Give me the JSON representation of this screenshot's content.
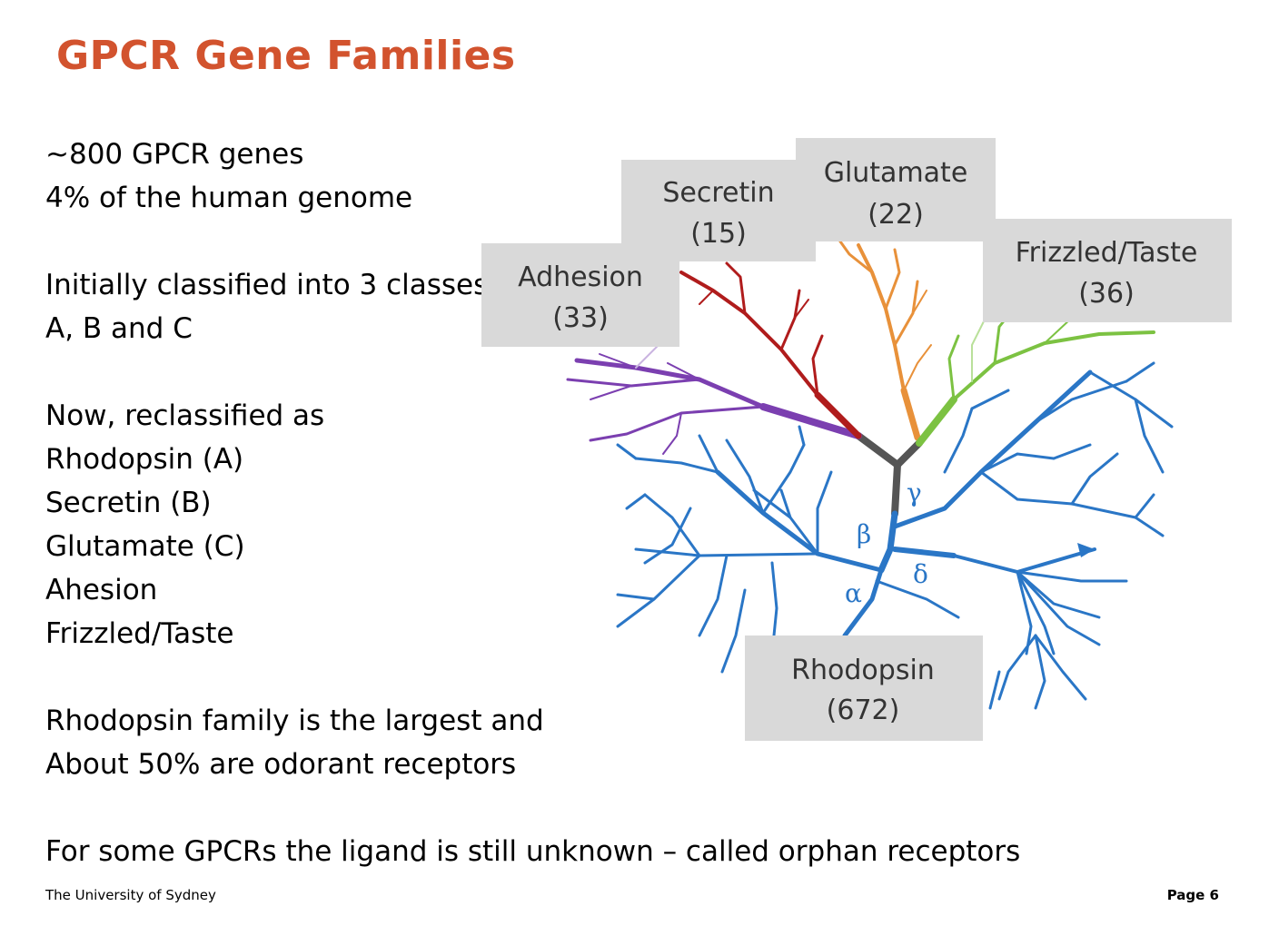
{
  "slide": {
    "title": "GPCR Gene Families",
    "lines": [
      "~800 GPCR genes",
      "4% of the human genome",
      "",
      "Initially classified into 3 classes",
      "A, B and C",
      "",
      "Now, reclassified as",
      "Rhodopsin (A)",
      "Secretin (B)",
      "Glutamate (C)",
      "Ahesion",
      "Frizzled/Taste",
      "",
      "Rhodopsin family is the largest and",
      "About 50% are odorant receptors",
      "",
      "For some GPCRs the ligand is still unknown – called orphan receptors"
    ],
    "footer_left": "The University of Sydney",
    "footer_right": "Page 6"
  },
  "tree": {
    "families": [
      {
        "name": "Adhesion",
        "count": "(33)",
        "color": "#7b3fb0"
      },
      {
        "name": "Secretin",
        "count": "(15)",
        "color": "#b01c1c"
      },
      {
        "name": "Glutamate",
        "count": "(22)",
        "color": "#e8913a"
      },
      {
        "name": "Frizzled/Taste",
        "count": "(36)",
        "color": "#7cc242"
      },
      {
        "name": "Rhodopsin",
        "count": "(672)",
        "color": "#2a76c6"
      }
    ],
    "subgroups": [
      "γ",
      "β",
      "δ",
      "α"
    ],
    "trunk_color": "#555555",
    "label_box_color": "#d9d9d9"
  }
}
